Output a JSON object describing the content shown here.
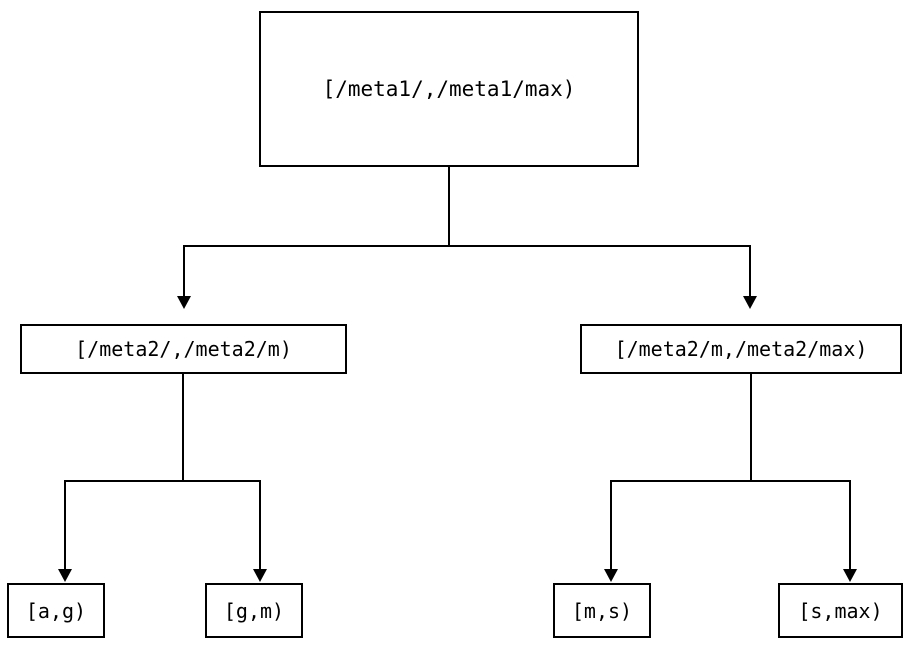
{
  "diagram": {
    "type": "tree",
    "title": "",
    "background_color": "#ffffff",
    "line_color": "#000000",
    "text_color": "#000000",
    "nodes": {
      "root": {
        "label": "[/meta1/,/meta1/max)"
      },
      "mid_left": {
        "label": "[/meta2/,/meta2/m)"
      },
      "mid_right": {
        "label": "[/meta2/m,/meta2/max)"
      },
      "leaves": [
        {
          "label": "[a,g)"
        },
        {
          "label": "[g,m)"
        },
        {
          "label": "[m,s)"
        },
        {
          "label": "[s,max)"
        }
      ]
    }
  }
}
